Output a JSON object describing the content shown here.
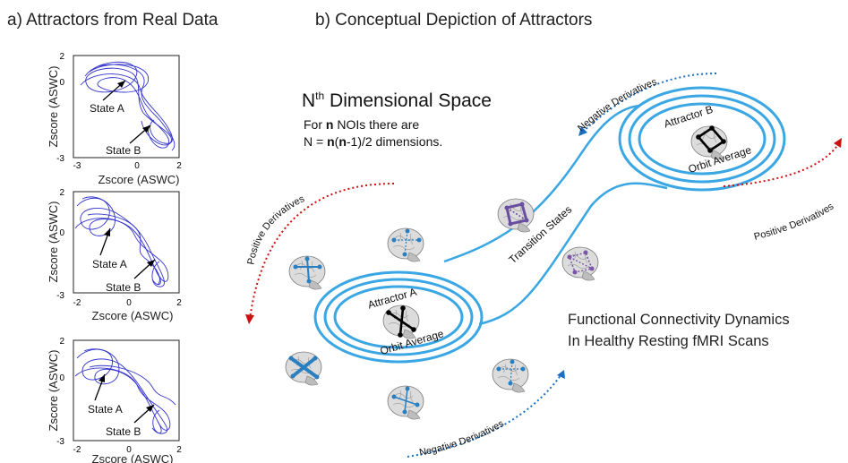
{
  "panel_a": {
    "title": "a) Attractors from Real Data",
    "plots": [
      {
        "ylabel": "Zscore (ASWC)",
        "xlabel": "Zscore (ASWC)",
        "yticks": [
          "2",
          "0",
          "-3"
        ],
        "xticks": [
          "-3",
          "0",
          "2"
        ],
        "labels": [
          "State A",
          "State B"
        ]
      },
      {
        "ylabel": "Zscore (ASWC)",
        "xlabel": "Zscore (ASWC)",
        "yticks": [
          "2",
          "0",
          "-3"
        ],
        "xticks": [
          "-2",
          "0",
          "2"
        ],
        "labels": [
          "State A",
          "State B"
        ]
      },
      {
        "ylabel": "Zscore (ASWC)",
        "xlabel": "Zscore (ASWC)",
        "yticks": [
          "2",
          "0",
          "-3"
        ],
        "xticks": [
          "-2",
          "0",
          "2"
        ],
        "labels": [
          "State A",
          "State B"
        ]
      }
    ]
  },
  "panel_b": {
    "title": "b) Conceptual Depiction of Attractors",
    "space_title": "N",
    "space_title_sup": "th",
    "space_title_rest": " Dimensional Space",
    "line1_pre": "For ",
    "line1_bold": "n",
    "line1_post": " NOIs there are",
    "line2_pre": "N = ",
    "line2_b1": "n",
    "line2_mid": "(",
    "line2_b2": "n",
    "line2_post": "-1)/2 dimensions.",
    "attractor_a": "Attractor  A",
    "attractor_b": "Attractor  B",
    "orbit_a": "Orbit Average",
    "orbit_b": "Orbit Average",
    "transition": "Transition States",
    "neg_top": "Negative Derivatives",
    "neg_bottom": "Negative Derivatives",
    "pos_left": "Positive Derivatives",
    "pos_right": "Positive Derivatives",
    "fc_line1": "Functional Connectivity Dynamics",
    "fc_line2": "In Healthy Resting fMRI Scans"
  },
  "colors": {
    "trajectory": "#3333cc",
    "orbit": "#3aa7e4",
    "positive": "#cc1111",
    "negative": "#1a6fc2",
    "brain": "#d9d9d9"
  }
}
